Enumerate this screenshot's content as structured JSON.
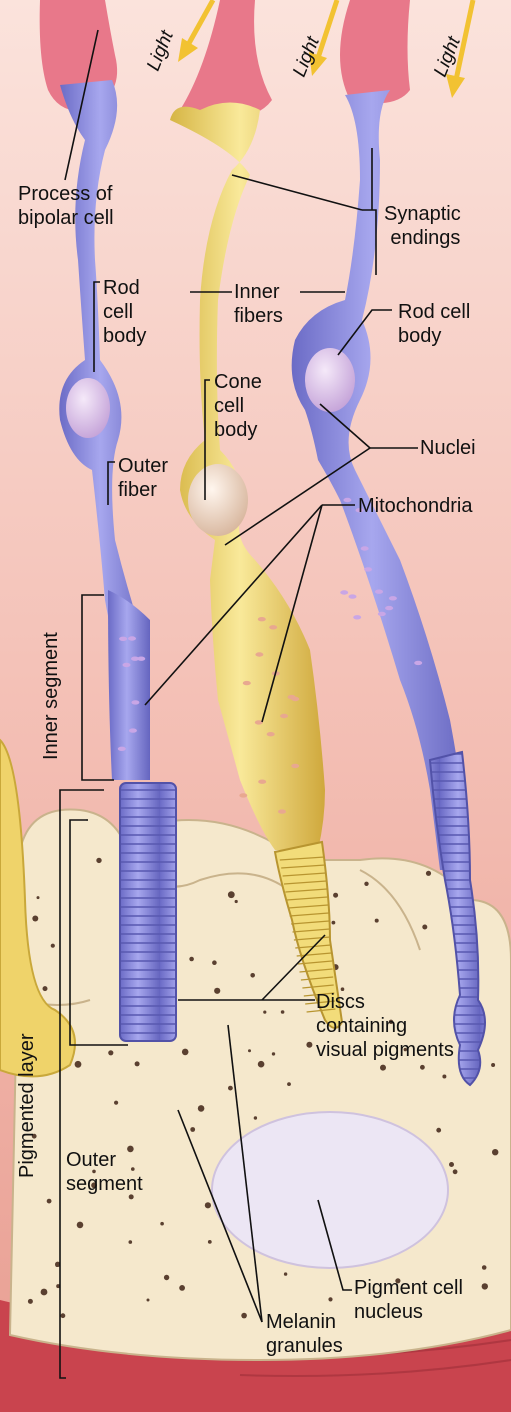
{
  "light_labels": [
    "Light",
    "Light",
    "Light"
  ],
  "labels": {
    "process_bipolar": [
      "Process of",
      "bipolar cell"
    ],
    "synaptic_endings": [
      "Synaptic",
      "endings"
    ],
    "rod_cell_body_left": [
      "Rod",
      "cell",
      "body"
    ],
    "inner_fibers": [
      "Inner",
      "fibers"
    ],
    "rod_cell_body_right": [
      "Rod cell",
      "body"
    ],
    "cone_cell_body": [
      "Cone",
      "cell",
      "body"
    ],
    "nuclei": "Nuclei",
    "outer_fiber": [
      "Outer",
      "fiber"
    ],
    "mitochondria": "Mitochondria",
    "inner_segment": "Inner segment",
    "pigmented_layer": "Pigmented layer",
    "discs": [
      "Discs",
      "containing",
      "visual pigments"
    ],
    "outer_segment": [
      "Outer",
      "segment"
    ],
    "pigment_cell_nucleus": [
      "Pigment cell",
      "nucleus"
    ],
    "melanin_granules": [
      "Melanin",
      "granules"
    ]
  },
  "colors": {
    "background": "#f4c3ba",
    "rod": "#8f8fdc",
    "rod_dark": "#6a6ac2",
    "cone": "#f2dc7a",
    "cone_dark": "#d9b84a",
    "synapse": "#e8788a",
    "pigment_cell": "#f3e6c8",
    "gum": "#c9444e",
    "arrow": "#f2c232",
    "nucleus": "#e3c8ee"
  }
}
